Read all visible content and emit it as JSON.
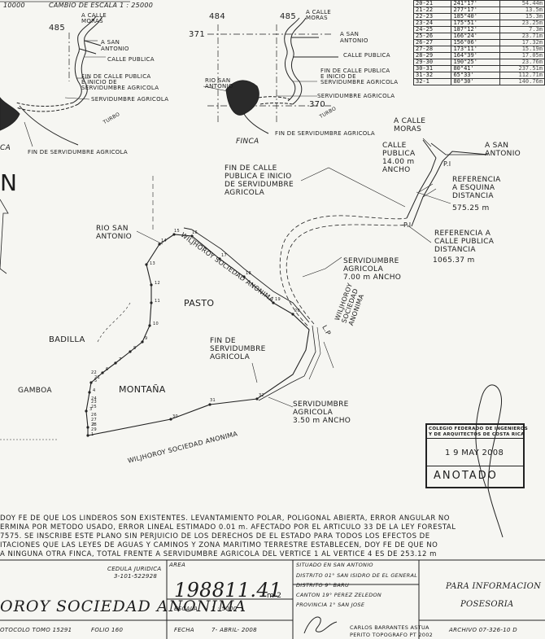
{
  "header": {
    "scale_left": "10000",
    "scale_note": "CAMBIO DE ESCALA 1 : 25000"
  },
  "bearings": [
    [
      "20-21",
      "241°17'",
      "54.44m"
    ],
    [
      "21-22",
      "277°17'",
      "13.5m"
    ],
    [
      "22-23",
      "185°40'",
      "15.3m"
    ],
    [
      "23-24",
      "175°51'",
      "23.25m"
    ],
    [
      "24-25",
      "187°12'",
      "7.3m"
    ],
    [
      "25-26",
      "166°24'",
      "23.71m"
    ],
    [
      "26-27",
      "156°06'",
      "17.32m"
    ],
    [
      "27-28",
      "173°11'",
      "15.19m"
    ],
    [
      "28-29",
      "164°39'",
      "17.05m"
    ],
    [
      "29-30",
      "190°25'",
      "23.76m"
    ],
    [
      "30-31",
      "80°41'",
      "237.51m"
    ],
    [
      "31-32",
      "65°33'",
      "112.71m"
    ],
    [
      "32-1",
      "80°30'",
      "140.76m"
    ]
  ],
  "sketch1": {
    "coord_485": "485",
    "calle_moras": "A CALLE\nMORAS",
    "san_antonio": "A SAN\nANTONIO",
    "calle_publica": "CALLE PUBLICA",
    "fin_calle": "FIN DE CALLE PUBLICA\nE INICIO DE\nSERVIDUMBRE AGRICOLA",
    "servidumbre": "SERVIDUMBRE AGRICOLA",
    "turbo": "TURBO",
    "fin_serv": "FIN DE SERVIDUMBRE AGRICOLA",
    "finca": "CA"
  },
  "sketch2": {
    "coord_484": "484",
    "coord_485": "485",
    "coord_371": "371",
    "coord_370": "370",
    "calle_moras": "A CALLE\nMORAS",
    "san_antonio": "A SAN\nANTONIO",
    "calle_publica": "CALLE PUBLICA",
    "rio_san_antonio": "RIO SAN\nANTONIO",
    "fin_calle": "FIN DE CALLE PUBLICA\nE INICIO DE\nSERVIDUMBRE AGRICOLA",
    "servidumbre": "SERVIDUMBRE AGRICOLA",
    "turbo": "TURBO",
    "fin_serv": "FIN DE SERVIDUMBRE AGRICOLA",
    "finca": "FINCA"
  },
  "plan": {
    "north": "N",
    "calle_moras": "A CALLE\nMORAS",
    "san_antonio": "A SAN\nANTONIO",
    "calle_publica": "CALLE\nPUBLICA\n14.00 m\nANCHO",
    "pi1": "P.I",
    "pi2": "P.I",
    "fin_calle": "FIN DE CALLE\nPUBLICA E INICIO\nDE SERVIDUMBRE\nAGRICOLA",
    "ref_esquina": "REFERENCIA\nA ESQUINA\nDISTANCIA",
    "ref_esquina_dist": "575.25 m",
    "ref_calle": "REFERENCIA A\nCALLE PUBLICA\nDISTANCIA",
    "ref_calle_dist": "1065.37 m",
    "rio": "RIO SAN\nANTONIO",
    "owner_top": "WILJHOROY SOCIEDAD ANONIMA",
    "owner_bottom": "WILJHOROY SOCIEDAD ANONIMA",
    "owner_right": "WILJHOROY\nSOCIEDAD\nANONIMA",
    "serv_700": "SERVIDUMBRE\nAGRICOLA\n7.00 m ANCHO",
    "pasto": "PASTO",
    "badilla": "BADILLA",
    "gamboa": "GAMBOA",
    "montana": "MONTAÑA",
    "fin_serv": "FIN DE\nSERVIDUMBRE\nAGRICOLA",
    "serv_350": "SERVIDUMBRE\nAGRICOLA\n3.50 m ANCHO",
    "lp": "L.P",
    "vertex_labels": [
      "1",
      "2",
      "3",
      "4",
      "5",
      "6",
      "7",
      "8",
      "9",
      "10",
      "11",
      "12",
      "13",
      "14",
      "15",
      "16",
      "17",
      "18",
      "19",
      "20",
      "21",
      "22",
      "23",
      "24",
      "25",
      "26",
      "27",
      "28",
      "29",
      "30",
      "31",
      "32"
    ]
  },
  "stamp": {
    "org": "COLEGIO FEDERADO DE INGENIEROS\nY DE ARQUITECTOS DE COSTA RICA",
    "date": "1 9 MAY 2008",
    "status": "ANOTADO"
  },
  "certification": [
    "DOY FE DE QUE LOS LINDEROS SON EXISTENTES. LEVANTAMIENTO POLAR, POLIGONAL ABIERTA, ERROR ANGULAR NO",
    "ERMINA POR METODO USADO, ERROR LINEAL ESTIMADO 0.01 m. AFECTADO POR EL ARTICULO 33 DE LA LEY FORESTAL",
    "7575. SE INSCRIBE ESTE PLANO SIN PERJUICIO DE LOS DERECHOS DE EL ESTADO PARA TODOS LOS EFECTOS DE",
    "ITACIONES QUE LAS LEYES DE AGUAS Y CAMINOS Y ZONA MARITIMO TERRESTRE ESTABLECEN, DOY FE DE QUE NO",
    "A NINGUNA OTRA FINCA, TOTAL FRENTE A SERVIDUMBRE AGRICOLA DEL VERTICE 1 AL VERTICE 4 ES DE 253.12 m"
  ],
  "title_block": {
    "cedula_label": "CEDULA JURIDICA",
    "cedula_value": "3-101-522928",
    "owner": "OROY SOCIEDAD ANONIMA",
    "protocolo": "OTOCOLO  TOMO 15291",
    "folio": "FOLIO 160",
    "area_label": "AREA",
    "area_value": "198811.41",
    "area_unit": "m 2",
    "escala_label": "ESCALA",
    "escala_value": "1 : 5000",
    "fecha_label": "FECHA",
    "fecha_value": "7- ABRIL- 2008",
    "situado": "SITUADO EN SAN ANTONIO",
    "distrito1": "DISTRITO 01° SAN ISIDRO DE EL GENERAL",
    "distrito2": "DISTRITO 9° BARU",
    "canton": "CANTON 19° PEREZ ZELEDON",
    "provincia": "PROVINCIA 1° SAN JOSE",
    "surveyor": "CARLOS BARRANTES ASTUA",
    "surveyor2": "PERITO TOPOGRAFO PT 2002",
    "purpose": "PARA INFORMACION",
    "purpose2": "POSESORIA",
    "archivo": "ARCHIVO 07-326-10   D"
  }
}
